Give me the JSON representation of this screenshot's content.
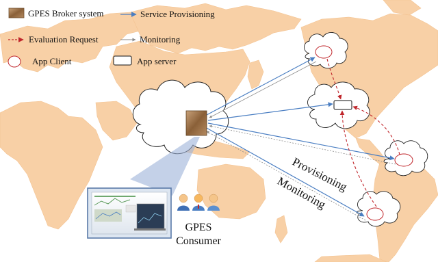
{
  "legend": {
    "broker": "GPES Broker system",
    "provisioning": "Service Provisioning",
    "evaluation": "Evaluation Request",
    "monitoring": "Monitoring",
    "app_client": "App Client",
    "app_server": "App server"
  },
  "edge_labels": {
    "provisioning": "Provisioning",
    "monitoring": "Monitoring"
  },
  "consumer": {
    "line1": "GPES",
    "line2": "Consumer"
  },
  "colors": {
    "land": "#f8d0a6",
    "provisioning_arrow": "#4a7ec2",
    "monitoring_arrow": "#8a8a8a",
    "evaluation_arrow": "#c0262b",
    "client_ring": "#c0262b",
    "broker_box": "#9a7248"
  }
}
